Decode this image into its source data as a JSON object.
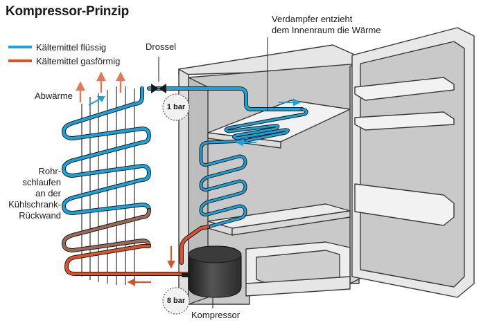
{
  "title": "Kompressor-Prinzip",
  "legend": [
    {
      "label": "Kältemittel flüssig",
      "color": "#1aa3d9"
    },
    {
      "label": "Kältemittel gasförmig",
      "color": "#d9532b"
    }
  ],
  "labels": {
    "drossel": "Drossel",
    "verdampfer_line1": "Verdampfer entzieht",
    "verdampfer_line2": "dem Innenraum die Wärme",
    "abwaerme": "Abwärme",
    "rohr_line1": "Rohr-",
    "rohr_line2": "schlaufen",
    "rohr_line3": "an der",
    "rohr_line4": "Kühlschrank-",
    "rohr_line5": "Rückwand",
    "kompressor": "Kompressor"
  },
  "pressure": {
    "low": "1 bar",
    "high": "8 bar"
  },
  "colors": {
    "liquid": "#1aa3d9",
    "gas": "#d9532b",
    "fridge_body": "#c8c8c8",
    "outline": "#3a3a3a"
  }
}
